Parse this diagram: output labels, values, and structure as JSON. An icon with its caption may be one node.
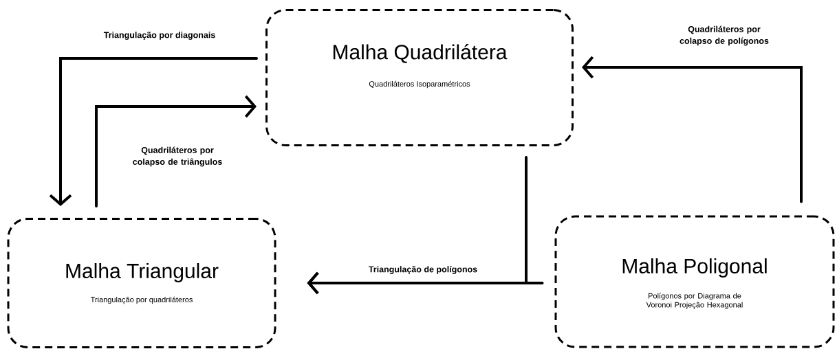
{
  "diagram": {
    "nodes": [
      {
        "text": [
          "Malha Quadrilátera",
          "Quadriláteros Isoparamétricos"
        ]
      },
      {
        "text": [
          "Malha Triangular",
          "Triangulação por quadriláteros"
        ]
      },
      {
        "text": [
          "Malha Poligonal",
          "Polígonos por Diagrama de Voronoi Projeção Hexagonal"
        ]
      }
    ],
    "edges": [
      {
        "from": 0,
        "to": 1,
        "arrow": "to",
        "label": "Triangulação por diagonais"
      },
      {
        "from": 1,
        "to": 0,
        "arrow": "to",
        "label": "Quadriláteros por colapso de triângulos"
      },
      {
        "from": 0,
        "to": 1,
        "arrow": "to"
      },
      {
        "from": 2,
        "to": 1,
        "arrow": "to",
        "label": "Triangulação de polígonos"
      },
      {
        "from": 2,
        "to": 0,
        "arrow": "to",
        "label": "Quadriláteros por colapso de polígonos"
      }
    ]
  }
}
